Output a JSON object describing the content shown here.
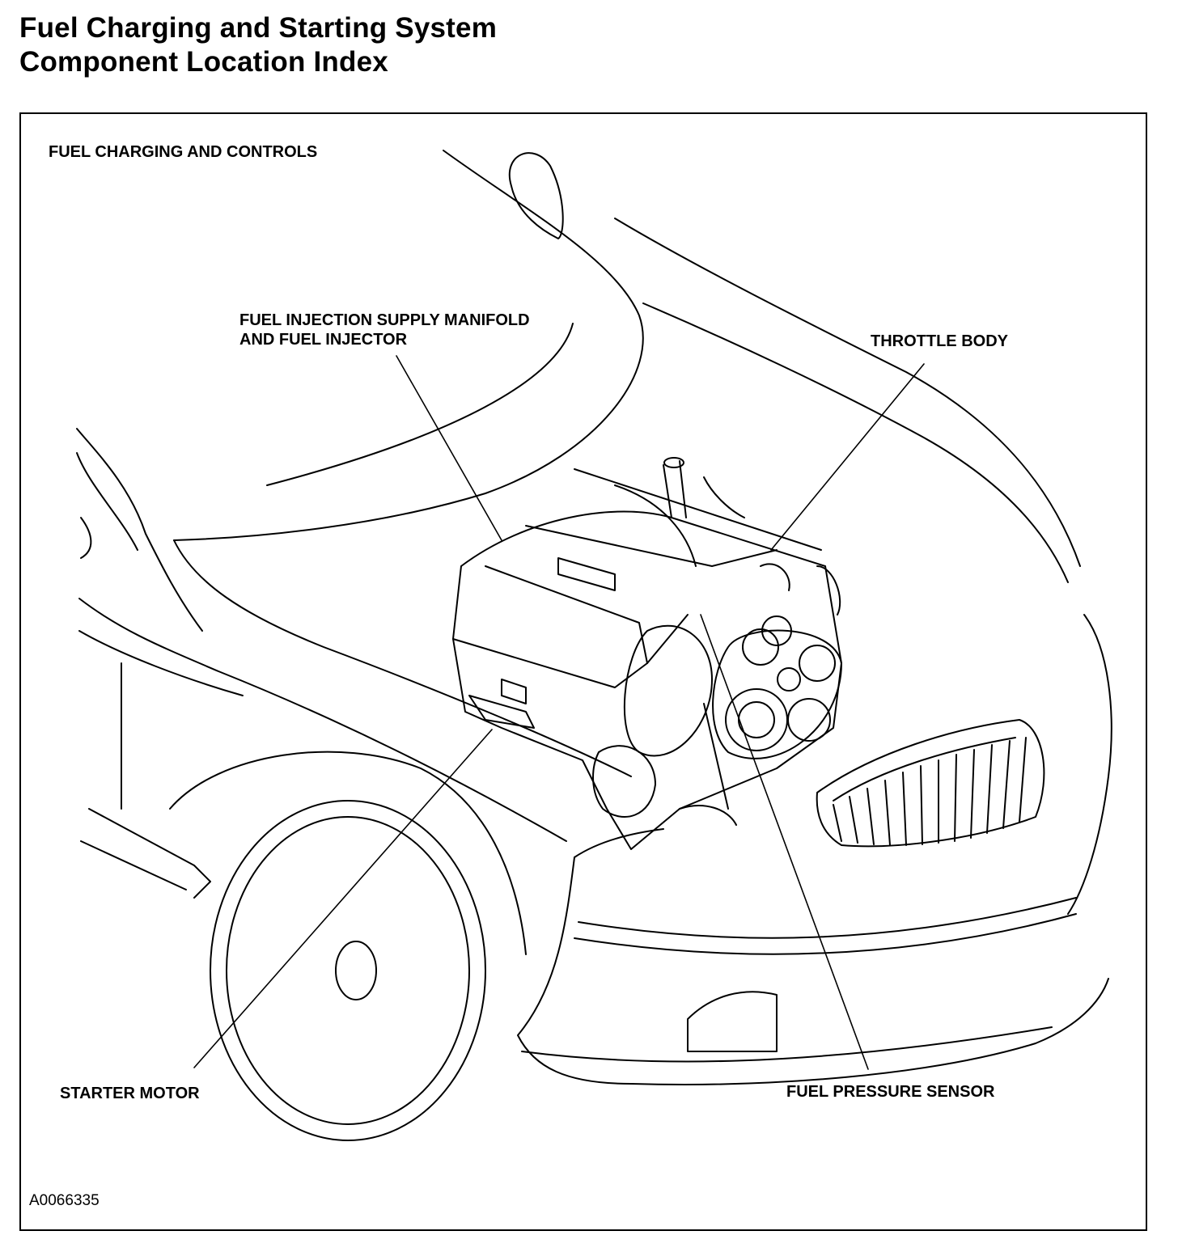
{
  "title": {
    "line1": "Fuel Charging and Starting System",
    "line2": "Component Location Index"
  },
  "section_label": "FUEL CHARGING AND CONTROLS",
  "callouts": {
    "fuel_injection": {
      "line1": "FUEL INJECTION SUPPLY MANIFOLD",
      "line2": "AND FUEL INJECTOR"
    },
    "throttle_body": "THROTTLE BODY",
    "starter_motor": "STARTER MOTOR",
    "fuel_pressure_sensor": "FUEL PRESSURE SENSOR"
  },
  "figure_id": "A0066335",
  "colors": {
    "line": "#000000",
    "background": "#ffffff"
  }
}
